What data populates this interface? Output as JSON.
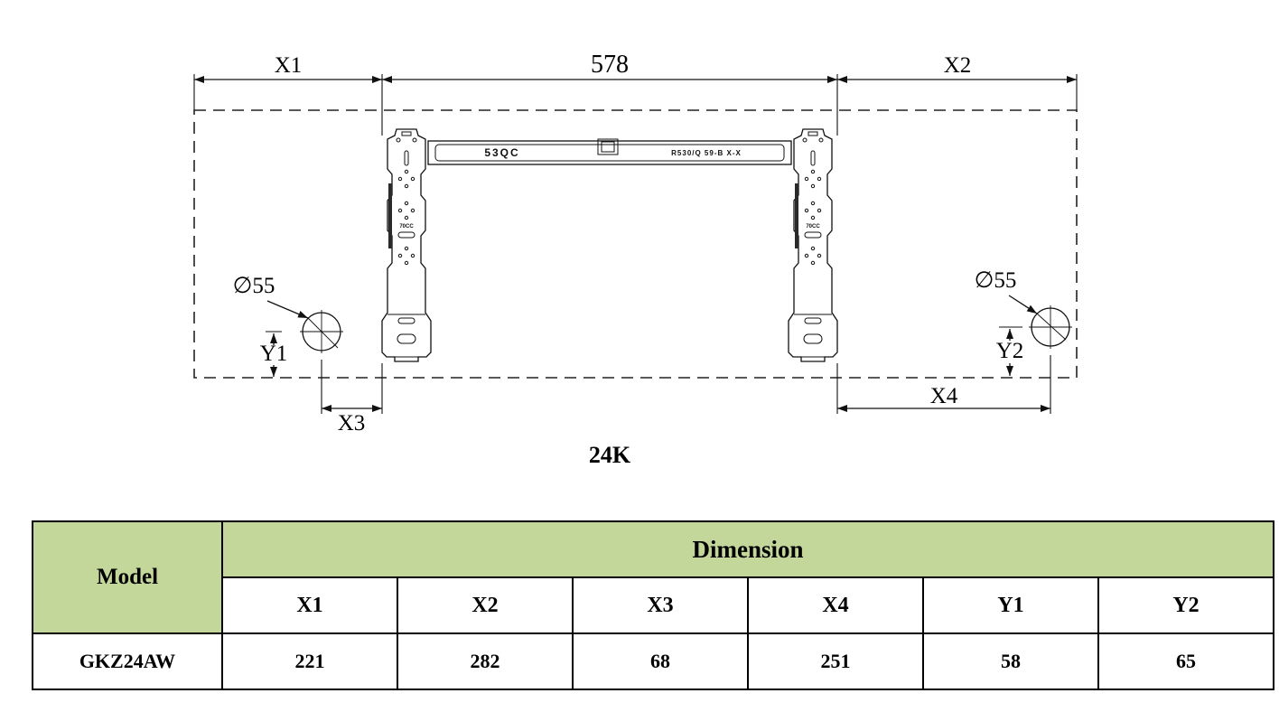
{
  "diagram": {
    "caption": "24K",
    "dims": {
      "top_span": "578",
      "x1": "X1",
      "x2": "X2",
      "x3": "X3",
      "x4": "X4",
      "y1": "Y1",
      "y2": "Y2",
      "hole_left": "∅55",
      "hole_right": "∅55"
    },
    "plate": {
      "center_label": "53QC",
      "right_label": "R530/Q  59-B  X-X",
      "bracket_label": "70CC"
    }
  },
  "table": {
    "model_header": "Model",
    "dimension_header": "Dimension",
    "columns": [
      "X1",
      "X2",
      "X3",
      "X4",
      "Y1",
      "Y2"
    ],
    "rows": [
      {
        "model": "GKZ24AW",
        "values": [
          "221",
          "282",
          "68",
          "251",
          "58",
          "65"
        ]
      }
    ]
  },
  "colors": {
    "header_green": "#c4d79b"
  }
}
